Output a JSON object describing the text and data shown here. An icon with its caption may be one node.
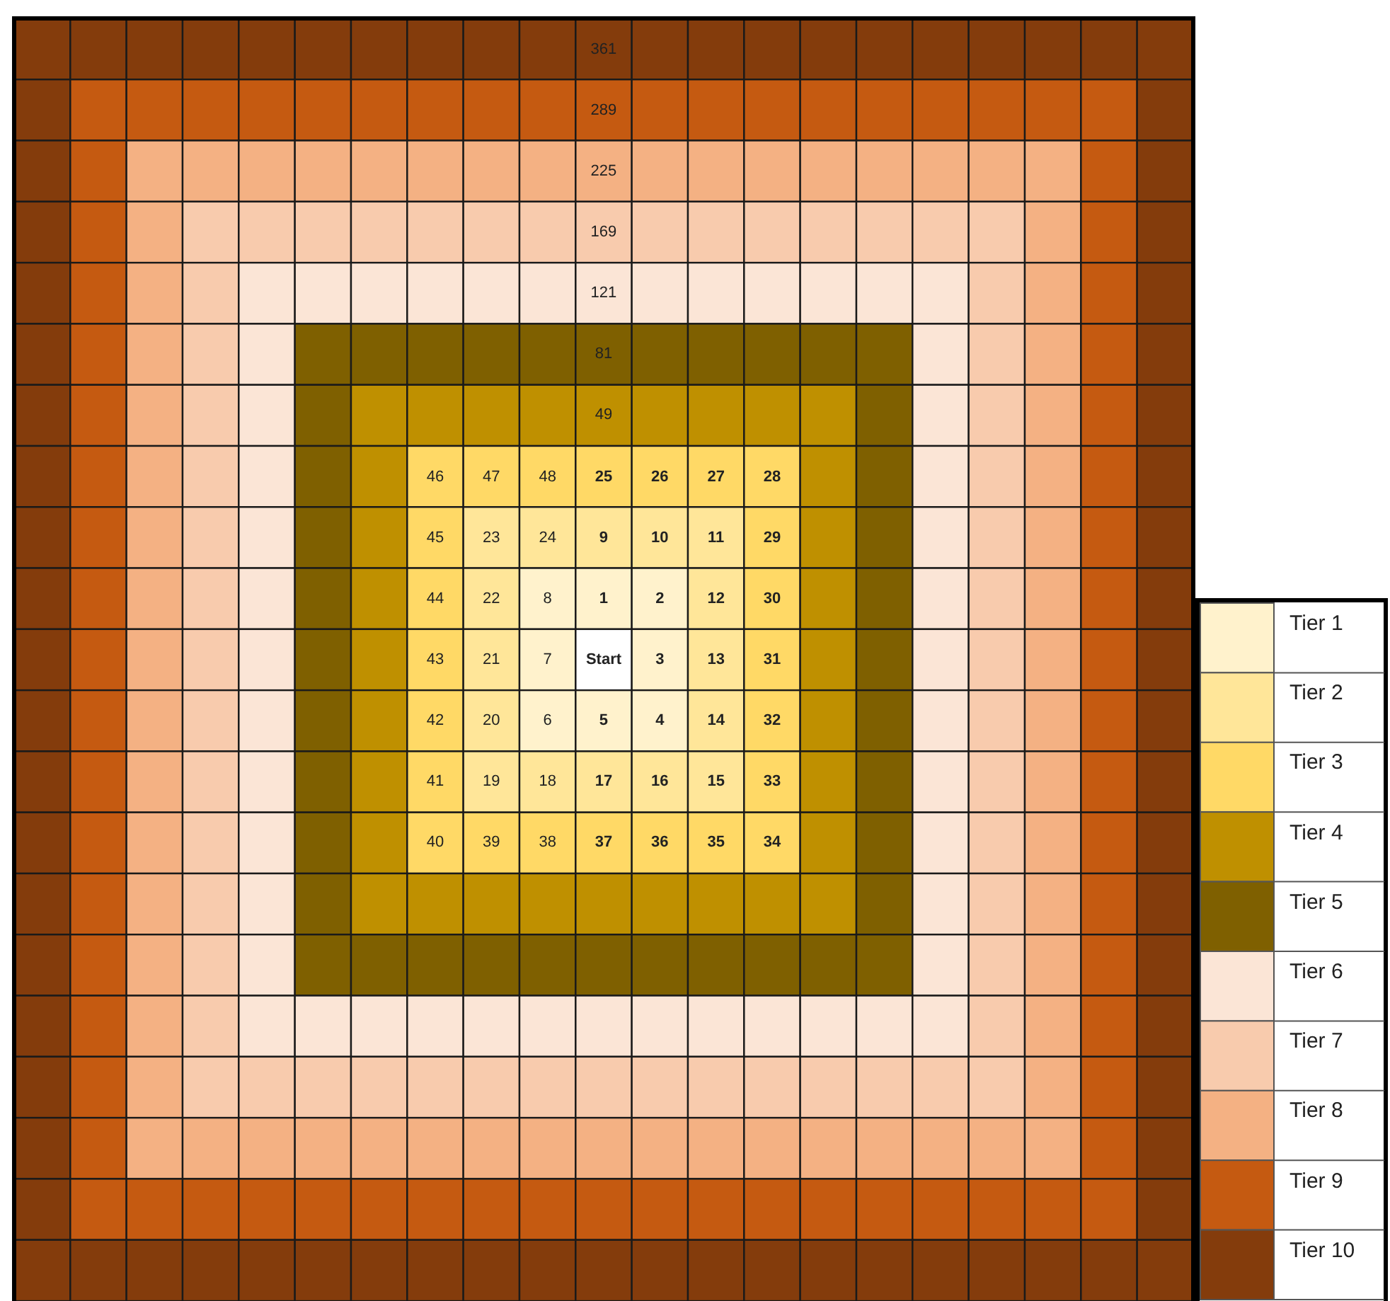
{
  "diagram": {
    "labels": [
      "361",
      "289",
      "225",
      "169",
      "121",
      "81",
      "49",
      "46",
      "47",
      "48",
      "25",
      "26",
      "27",
      "28",
      "45",
      "23",
      "24",
      "9",
      "10",
      "11",
      "29",
      "44",
      "22",
      "8",
      "1",
      "2",
      "12",
      "30",
      "43",
      "21",
      "7",
      "Start",
      "3",
      "13",
      "31",
      "42",
      "20",
      "6",
      "5",
      "4",
      "14",
      "32",
      "41",
      "19",
      "18",
      "17",
      "16",
      "15",
      "33",
      "40",
      "39",
      "38",
      "37",
      "36",
      "35",
      "34"
    ],
    "legend": [
      {
        "text": "Tier 1",
        "color": "#fff2cc"
      },
      {
        "text": "Tier 2",
        "color": "#ffe699"
      },
      {
        "text": "Tier 3",
        "color": "#ffd966"
      },
      {
        "text": "Tier 4",
        "color": "#bf9000"
      },
      {
        "text": "Tier 5",
        "color": "#7f6000"
      },
      {
        "text": "Tier 6",
        "color": "#fbe5d6"
      },
      {
        "text": "Tier 7",
        "color": "#f8cbad"
      },
      {
        "text": "Tier 8",
        "color": "#f4b183"
      },
      {
        "text": "Tier 9",
        "color": "#c55a11"
      },
      {
        "text": "Tier 10",
        "color": "#843c0c"
      }
    ]
  }
}
